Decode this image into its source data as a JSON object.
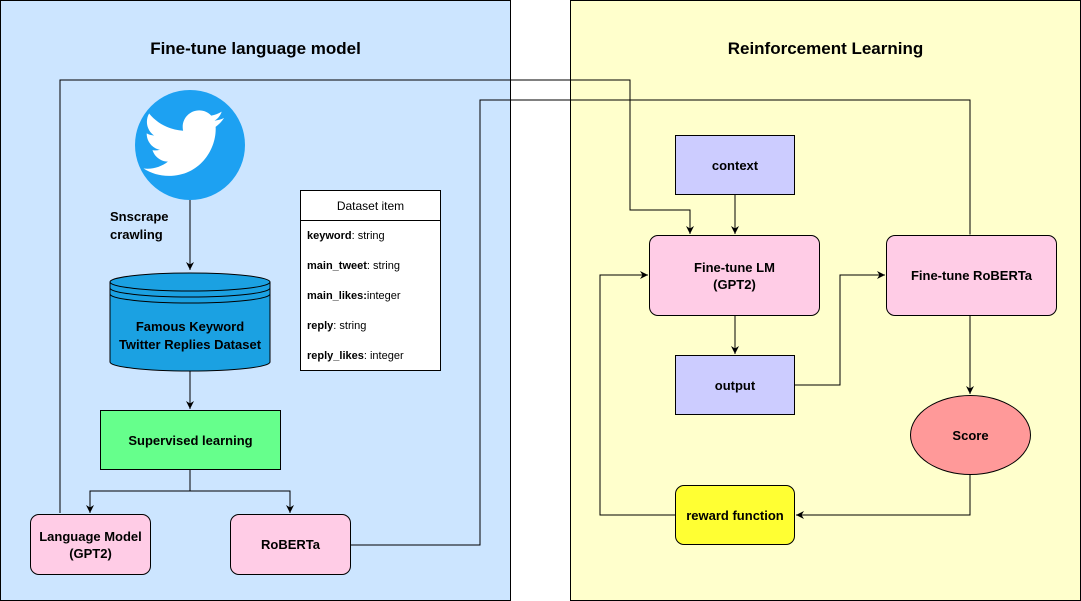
{
  "panels": {
    "left_title": "Fine-tune language model",
    "right_title": "Reinforcement Learning"
  },
  "icons": {
    "twitter": "twitter-bird-icon",
    "twitter_color": "#1da1f2"
  },
  "nodes": {
    "snscrape": "Snscrape\ncrawling",
    "dataset": "Famous Keyword\nTwitter Replies Dataset",
    "supervised": "Supervised learning",
    "language_model": "Language Model\n(GPT2)",
    "roberta": "RoBERTa",
    "context": "context",
    "finetune_lm": "Fine-tune LM\n(GPT2)",
    "finetune_roberta": "Fine-tune RoBERTa",
    "output": "output",
    "score": "Score",
    "reward": "reward function"
  },
  "dataset_item": {
    "title": "Dataset item",
    "fields": [
      {
        "name": "keyword",
        "type": ": string"
      },
      {
        "name": "main_tweet",
        "type": ": string"
      },
      {
        "name": "main_likes:",
        "type": " integer"
      },
      {
        "name": "reply",
        "type": ": string"
      },
      {
        "name": "reply_likes",
        "type": ": integer"
      }
    ]
  },
  "colors": {
    "left_panel": "#cce5ff",
    "right_panel": "#ffffcc",
    "cylinder": "#1ba1e2",
    "pink": "#ffcce6",
    "purple": "#ccccff",
    "green": "#66ff8c",
    "yellow": "#ffff33",
    "salmon": "#ff9999"
  }
}
